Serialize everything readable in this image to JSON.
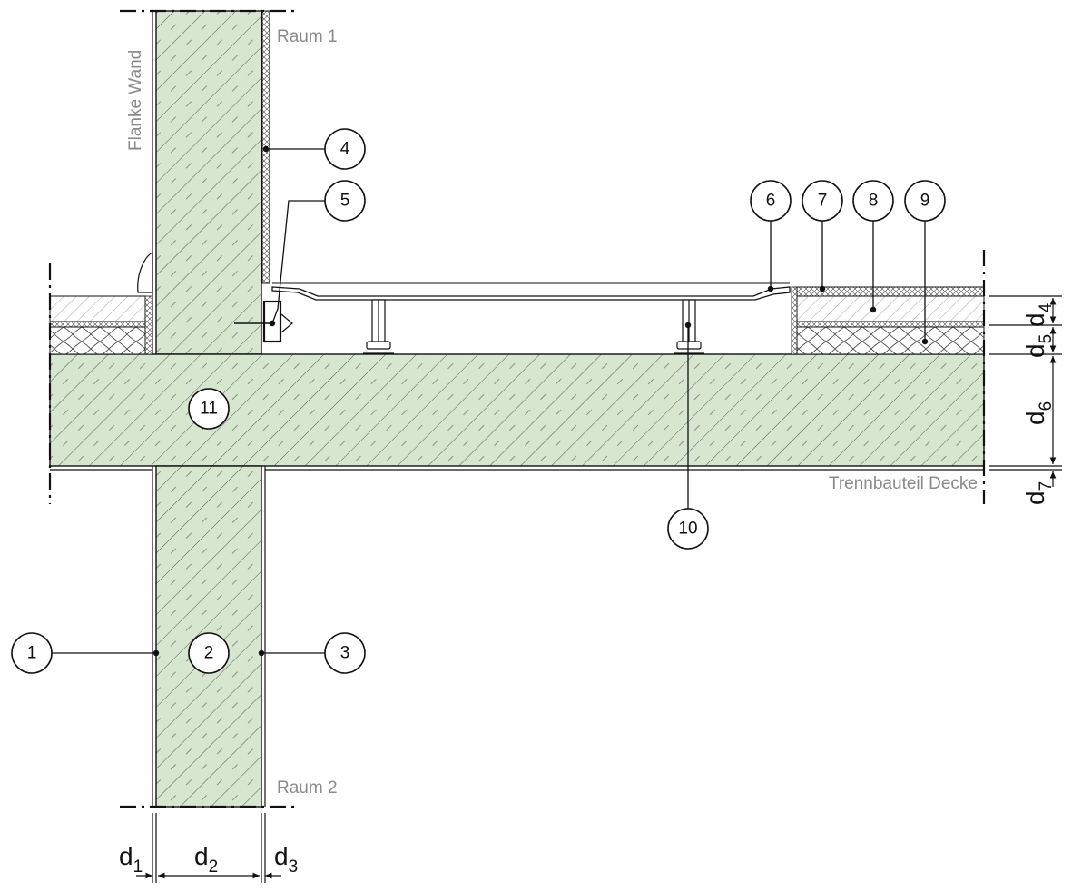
{
  "labels": {
    "room_top": "Raum 1",
    "room_bottom": "Raum 2",
    "flank_wall": "Flanke Wand",
    "separating_ceiling": "Trennbauteil Decke"
  },
  "callouts": [
    "1",
    "2",
    "3",
    "4",
    "5",
    "6",
    "7",
    "8",
    "9",
    "10",
    "11"
  ],
  "dimensions": {
    "d1": {
      "base": "d",
      "sub": "1"
    },
    "d2": {
      "base": "d",
      "sub": "2"
    },
    "d3": {
      "base": "d",
      "sub": "3"
    },
    "d4": {
      "base": "d",
      "sub": "4"
    },
    "d5": {
      "base": "d",
      "sub": "5"
    },
    "d6": {
      "base": "d",
      "sub": "6"
    },
    "d7": {
      "base": "d",
      "sub": "7"
    }
  },
  "colors": {
    "concrete_fill": "#d6e6cf",
    "line": "#111111",
    "label_gray": "#8a8a8a"
  }
}
